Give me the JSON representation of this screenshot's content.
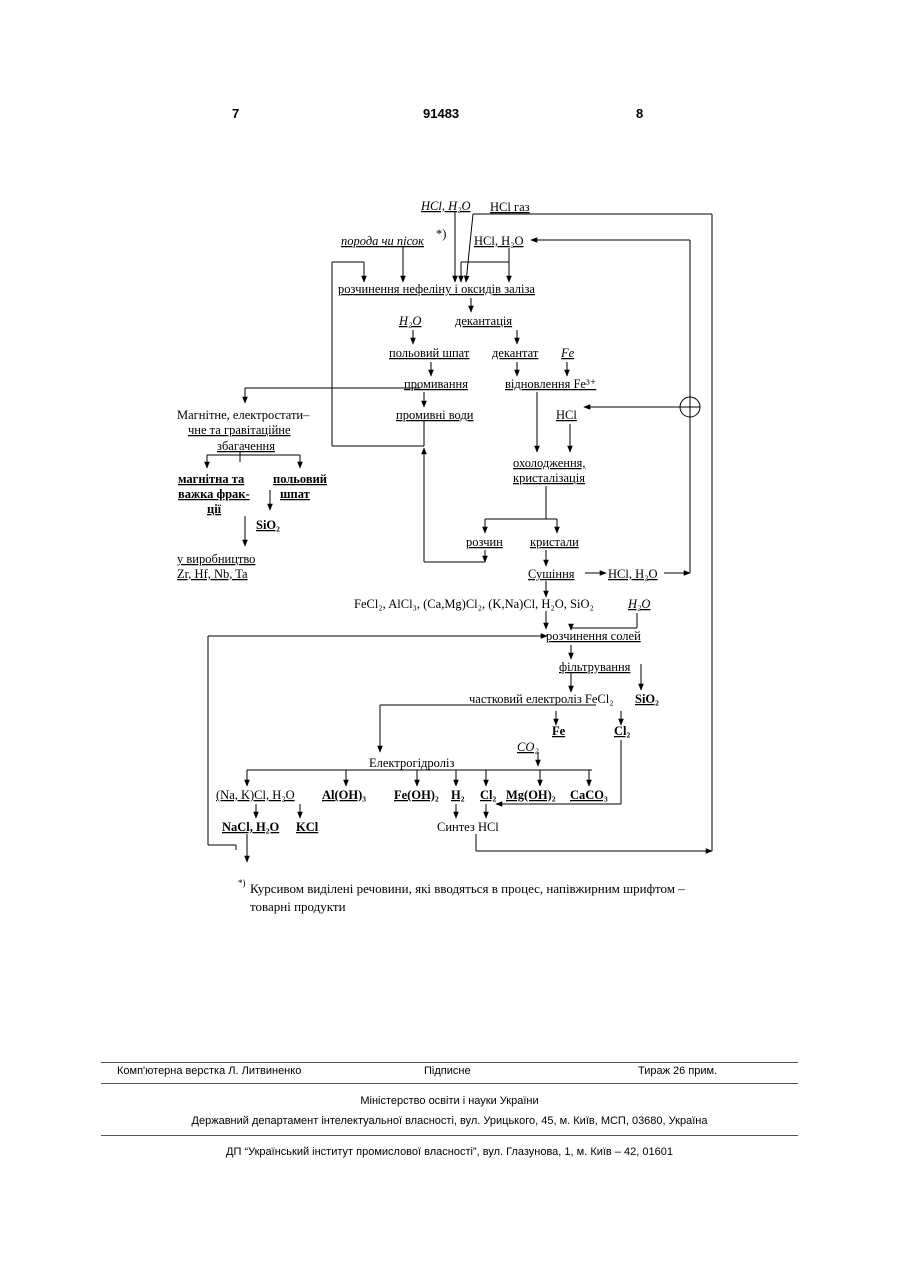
{
  "header": {
    "page_left": "7",
    "patent_number": "91483",
    "page_right": "8"
  },
  "diagram": {
    "n_hcl_h2o_in": "HCl, H₂O",
    "n_hcl_gas": "HCl газ",
    "n_rock": "порода чи пісок",
    "n_rock_note": "*)",
    "n_hcl_h2o_rec": "HCl, H₂O",
    "n_dissolution": "розчинення нефеліну і оксидів заліза",
    "n_h2o_1": "H₂O",
    "n_decantation": "декантація",
    "n_feldspar": "польовий шпат",
    "n_decantate": "декантат",
    "n_fe_in": "Fe",
    "n_washing": "промивання",
    "n_reduction": "відновлення Fe³⁺",
    "n_wash_water": "промивні води",
    "n_hcl_mid": "HCl",
    "n_magnetic_l1": "Магнітне, електростати–",
    "n_magnetic_l2": "чне та гравітаційне",
    "n_magnetic_l3": "збагачення",
    "n_magnetic_frac_l1": "магнітна та",
    "n_magnetic_frac_l2": "важка фрак-",
    "n_magnetic_frac_l3": "ції",
    "n_feldspar_prod_l1": "польовий",
    "n_feldspar_prod_l2": "шпат",
    "n_sio2_1": "SiO₂",
    "n_cooling_l1": "охолодження,",
    "n_cooling_l2": "кристалізація",
    "n_production_l1": "у виробництво",
    "n_production_l2": "Zr, Hf, Nb, Ta",
    "n_solution": "розчин",
    "n_crystals": "кристали",
    "n_drying": "Сушіння",
    "n_hcl_h2o_dry": "HCl, H₂O",
    "n_salts_mix": "FeCl₂, AlCl₃, (Ca,Mg)Cl₂, (K,Na)Cl, H₂O, SiO₂",
    "n_h2o_2": "H₂O",
    "n_salt_dissolution": "розчинення солей",
    "n_filtration": "фільтрування",
    "n_partial_electrolysis": "частковий електроліз FeCl₂",
    "n_sio2_2": "SiO₂",
    "n_fe_prod": "Fe",
    "n_cl2_prod": "Cl₂",
    "n_co2": "CO₂",
    "n_electrohydrolysis": "Електрогідроліз",
    "n_nakcl": "(Na, K)Cl, H₂O",
    "n_aloh3": "Al(OH)₃",
    "n_feoh2": "Fe(OH)₂",
    "n_h2": "H₂",
    "n_cl2_2": "Cl₂",
    "n_mgoh2": "Mg(OH)₂",
    "n_caco3": "CaCO₃",
    "n_nacl_h2o": "NaCl, H₂O",
    "n_kcl": "KCl",
    "n_hcl_synthesis": "Синтез HCl"
  },
  "footnote": {
    "mark": "*)",
    "line1": "Курсивом виділені речовини, які вводяться в процес, напівжирним шрифтом –",
    "line2": "товарні продукти"
  },
  "imprint": {
    "typesetting": "Комп'ютерна верстка Л. Литвиненко",
    "signed": "Підписне",
    "circulation": "Тираж 26 прим.",
    "ministry": "Міністерство освіти і науки України",
    "department": "Державний департамент інтелектуальної власності, вул. Урицького, 45, м. Київ, МСП, 03680, Україна",
    "institute": "ДП “Український інститут промислової власності”, вул. Глазунова, 1, м. Київ – 42, 01601"
  }
}
